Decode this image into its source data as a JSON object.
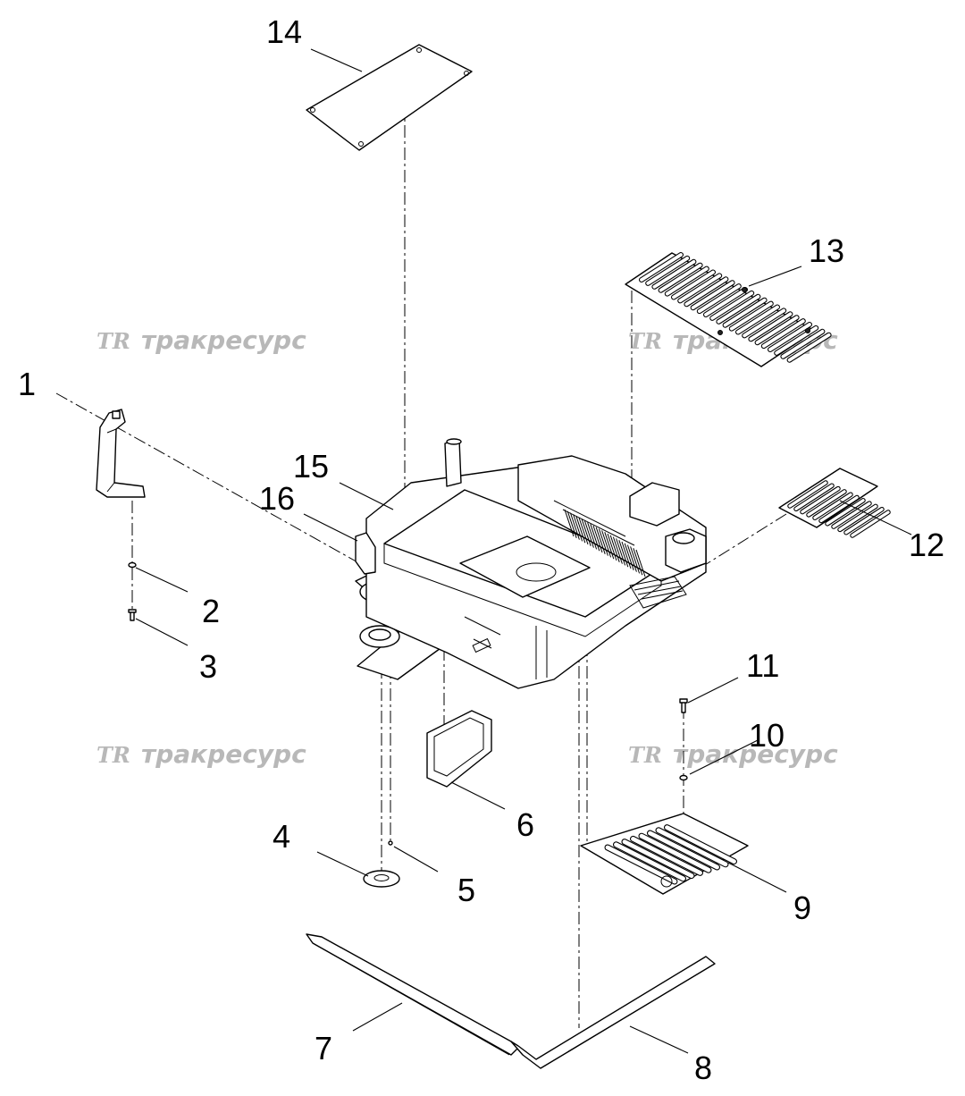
{
  "callouts": {
    "c1": "1",
    "c2": "2",
    "c3": "3",
    "c4": "4",
    "c5": "5",
    "c6": "6",
    "c7": "7",
    "c8": "8",
    "c9": "9",
    "c10": "10",
    "c11": "11",
    "c12": "12",
    "c13": "13",
    "c14": "14",
    "c15": "15",
    "c16": "16"
  },
  "watermark": {
    "logo": "TR",
    "text": "тракресурс"
  },
  "colors": {
    "watermark": "#b8b8b8",
    "line": "#000000",
    "background": "#ffffff"
  }
}
